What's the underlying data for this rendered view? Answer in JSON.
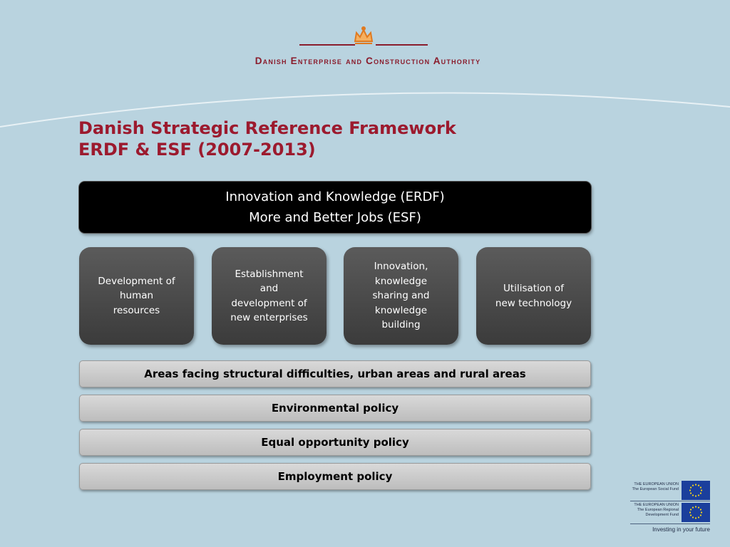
{
  "header": {
    "organization": "Danish Enterprise and Construction Authority"
  },
  "title": {
    "line1": "Danish Strategic Reference Framework",
    "line2": "ERDF & ESF (2007-2013)"
  },
  "banner": {
    "line1": "Innovation and Knowledge (ERDF)",
    "line2": "More and Better Jobs (ESF)"
  },
  "priorities": [
    "Development of human resources",
    "Establishment and development of new enterprises",
    "Innovation, knowledge sharing and knowledge building",
    "Utilisation of new technology"
  ],
  "policies": [
    "Areas facing structural difficulties, urban areas and rural areas",
    "Environmental policy",
    "Equal opportunity policy",
    "Employment policy"
  ],
  "eu_logo": {
    "fund1_line1": "THE EUROPEAN UNION",
    "fund1_line2": "The European Social Fund",
    "fund2_line1": "THE EUROPEAN UNION",
    "fund2_line2": "The European Regional",
    "fund2_line3": "Development Fund",
    "tagline": "Investing in your future"
  },
  "colors": {
    "background": "#b9d3df",
    "title": "#9c1a2e",
    "logo": "#8a1c2c",
    "eu_flag": "#1b3f9c",
    "eu_star": "#f7d618"
  }
}
